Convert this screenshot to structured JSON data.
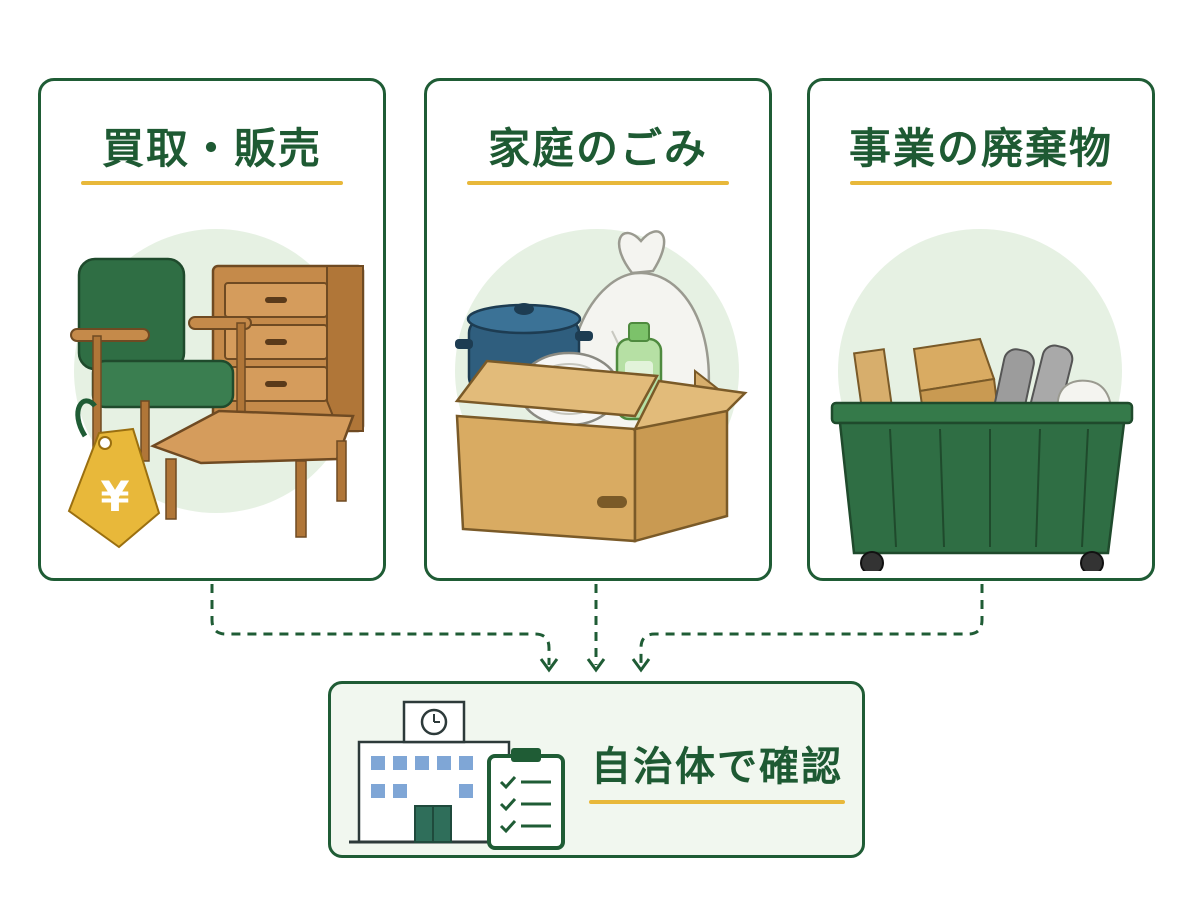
{
  "categories": [
    {
      "title": "買取・販売",
      "price_tag_symbol": "¥"
    },
    {
      "title": "家庭のごみ"
    },
    {
      "title": "事業の廃棄物"
    }
  ],
  "destination": {
    "title": "自治体で確認"
  },
  "colors": {
    "frame_green": "#1f5c35",
    "title_green": "#1e5a33",
    "accent_yellow": "#e8b83a",
    "soft_green_bg": "#e6f1e3"
  },
  "icons": [
    "armchair-icon",
    "dresser-icon",
    "low-table-icon",
    "price-tag-icon",
    "cardboard-box-icon",
    "cooking-pot-icon",
    "plate-icon",
    "detergent-bottle-icon",
    "garbage-bag-icon",
    "dumpster-icon",
    "pipe-icon",
    "city-hall-icon",
    "clock-icon",
    "checklist-icon"
  ]
}
